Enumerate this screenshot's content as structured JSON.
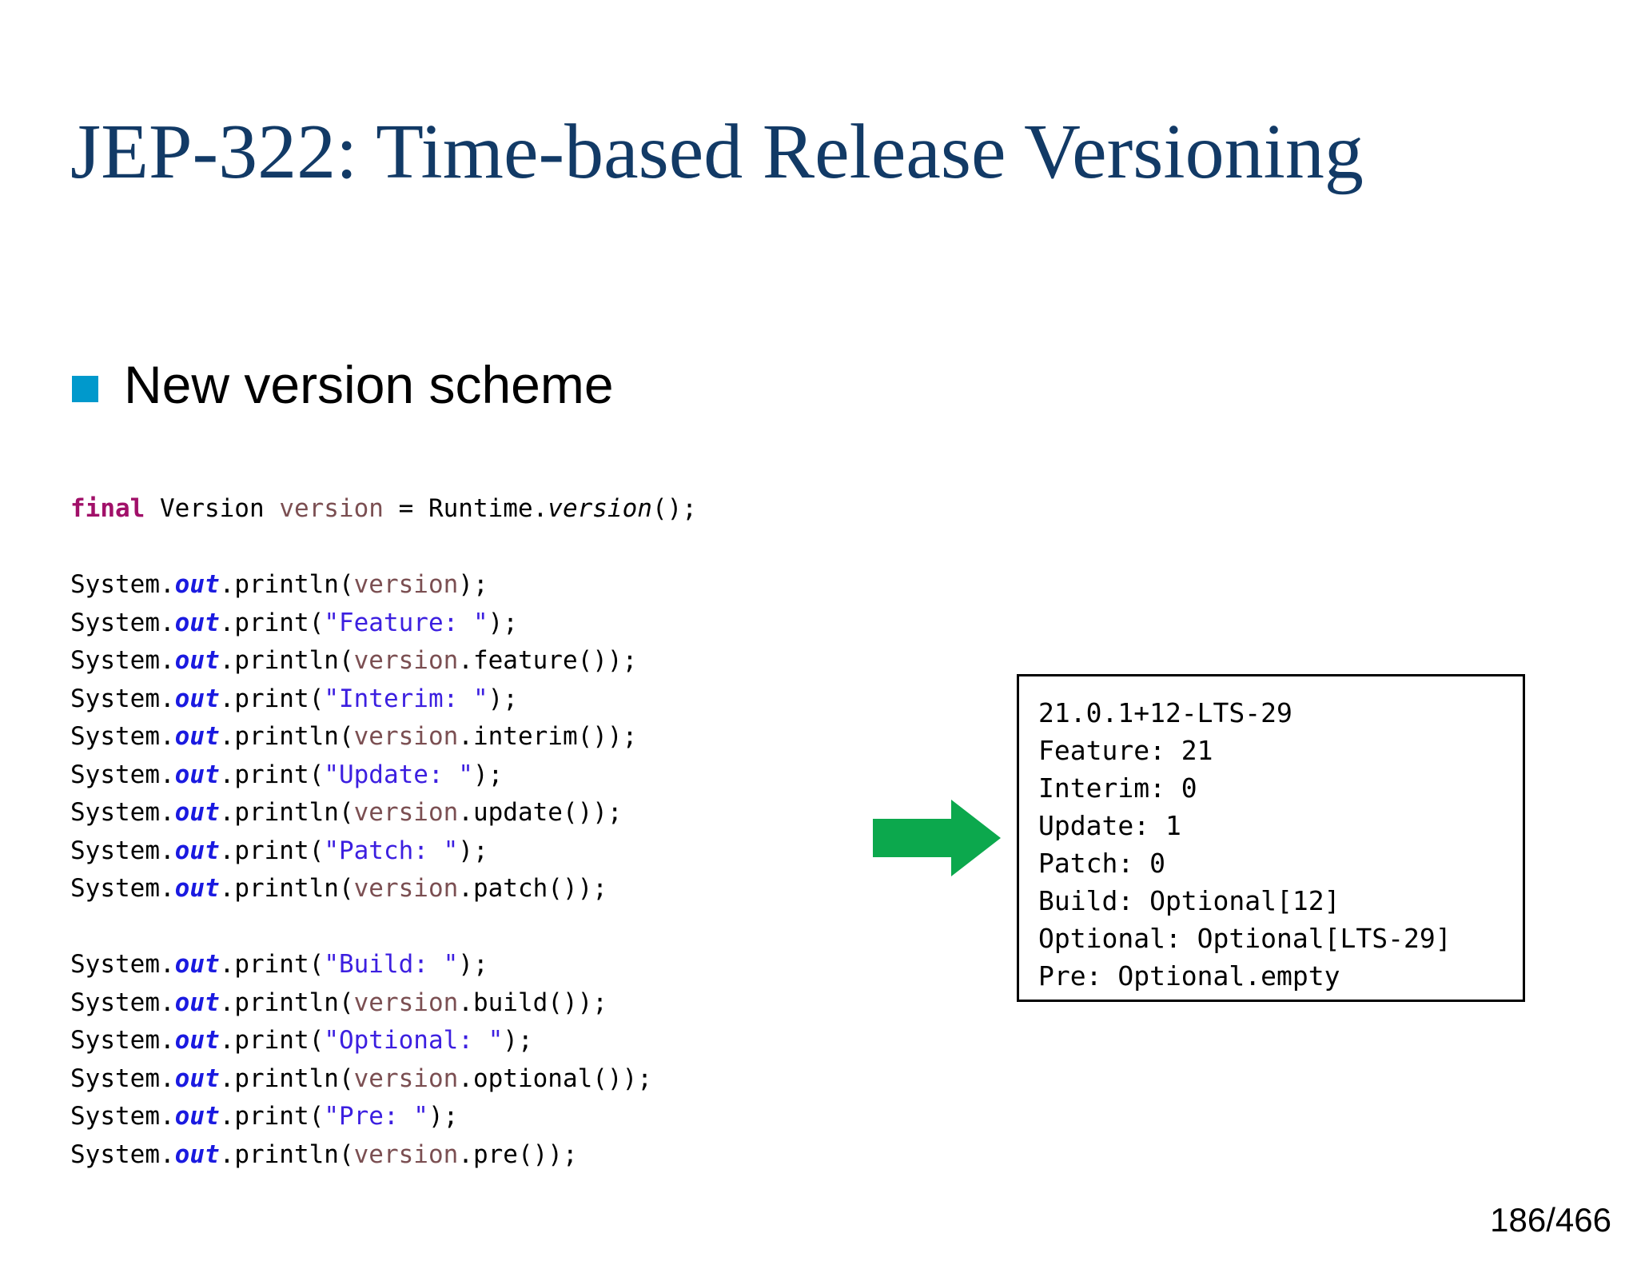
{
  "slide": {
    "title": "JEP-322: Time-based Release Versioning",
    "title_color": "#123A66",
    "background": "#ffffff",
    "page_number": "186/466"
  },
  "bullet": {
    "marker_color": "#0099CC",
    "text": "New version scheme"
  },
  "code": {
    "language": "java",
    "colors": {
      "keyword": "#A11069",
      "variable": "#7B4F52",
      "field": "#1A1AE0",
      "string": "#3C1FE0",
      "plain": "#000000"
    },
    "lines": [
      {
        "tokens": [
          {
            "t": "final",
            "c": "kw"
          },
          {
            "t": " Version ",
            "c": "plain"
          },
          {
            "t": "version",
            "c": "var"
          },
          {
            "t": " = Runtime.",
            "c": "plain"
          },
          {
            "t": "version",
            "c": "meth"
          },
          {
            "t": "();",
            "c": "plain"
          }
        ]
      },
      {
        "tokens": []
      },
      {
        "tokens": [
          {
            "t": "System.",
            "c": "plain"
          },
          {
            "t": "out",
            "c": "field"
          },
          {
            "t": ".println(",
            "c": "plain"
          },
          {
            "t": "version",
            "c": "var"
          },
          {
            "t": ");",
            "c": "plain"
          }
        ]
      },
      {
        "tokens": [
          {
            "t": "System.",
            "c": "plain"
          },
          {
            "t": "out",
            "c": "field"
          },
          {
            "t": ".print(",
            "c": "plain"
          },
          {
            "t": "\"Feature: \"",
            "c": "str"
          },
          {
            "t": ");",
            "c": "plain"
          }
        ]
      },
      {
        "tokens": [
          {
            "t": "System.",
            "c": "plain"
          },
          {
            "t": "out",
            "c": "field"
          },
          {
            "t": ".println(",
            "c": "plain"
          },
          {
            "t": "version",
            "c": "var"
          },
          {
            "t": ".feature());",
            "c": "plain"
          }
        ]
      },
      {
        "tokens": [
          {
            "t": "System.",
            "c": "plain"
          },
          {
            "t": "out",
            "c": "field"
          },
          {
            "t": ".print(",
            "c": "plain"
          },
          {
            "t": "\"Interim: \"",
            "c": "str"
          },
          {
            "t": ");",
            "c": "plain"
          }
        ]
      },
      {
        "tokens": [
          {
            "t": "System.",
            "c": "plain"
          },
          {
            "t": "out",
            "c": "field"
          },
          {
            "t": ".println(",
            "c": "plain"
          },
          {
            "t": "version",
            "c": "var"
          },
          {
            "t": ".interim());",
            "c": "plain"
          }
        ]
      },
      {
        "tokens": [
          {
            "t": "System.",
            "c": "plain"
          },
          {
            "t": "out",
            "c": "field"
          },
          {
            "t": ".print(",
            "c": "plain"
          },
          {
            "t": "\"Update: \"",
            "c": "str"
          },
          {
            "t": ");",
            "c": "plain"
          }
        ]
      },
      {
        "tokens": [
          {
            "t": "System.",
            "c": "plain"
          },
          {
            "t": "out",
            "c": "field"
          },
          {
            "t": ".println(",
            "c": "plain"
          },
          {
            "t": "version",
            "c": "var"
          },
          {
            "t": ".update());",
            "c": "plain"
          }
        ]
      },
      {
        "tokens": [
          {
            "t": "System.",
            "c": "plain"
          },
          {
            "t": "out",
            "c": "field"
          },
          {
            "t": ".print(",
            "c": "plain"
          },
          {
            "t": "\"Patch: \"",
            "c": "str"
          },
          {
            "t": ");",
            "c": "plain"
          }
        ]
      },
      {
        "tokens": [
          {
            "t": "System.",
            "c": "plain"
          },
          {
            "t": "out",
            "c": "field"
          },
          {
            "t": ".println(",
            "c": "plain"
          },
          {
            "t": "version",
            "c": "var"
          },
          {
            "t": ".patch());",
            "c": "plain"
          }
        ]
      },
      {
        "tokens": []
      },
      {
        "tokens": [
          {
            "t": "System.",
            "c": "plain"
          },
          {
            "t": "out",
            "c": "field"
          },
          {
            "t": ".print(",
            "c": "plain"
          },
          {
            "t": "\"Build: \"",
            "c": "str"
          },
          {
            "t": ");",
            "c": "plain"
          }
        ]
      },
      {
        "tokens": [
          {
            "t": "System.",
            "c": "plain"
          },
          {
            "t": "out",
            "c": "field"
          },
          {
            "t": ".println(",
            "c": "plain"
          },
          {
            "t": "version",
            "c": "var"
          },
          {
            "t": ".build());",
            "c": "plain"
          }
        ]
      },
      {
        "tokens": [
          {
            "t": "System.",
            "c": "plain"
          },
          {
            "t": "out",
            "c": "field"
          },
          {
            "t": ".print(",
            "c": "plain"
          },
          {
            "t": "\"Optional: \"",
            "c": "str"
          },
          {
            "t": ");",
            "c": "plain"
          }
        ]
      },
      {
        "tokens": [
          {
            "t": "System.",
            "c": "plain"
          },
          {
            "t": "out",
            "c": "field"
          },
          {
            "t": ".println(",
            "c": "plain"
          },
          {
            "t": "version",
            "c": "var"
          },
          {
            "t": ".optional());",
            "c": "plain"
          }
        ]
      },
      {
        "tokens": [
          {
            "t": "System.",
            "c": "plain"
          },
          {
            "t": "out",
            "c": "field"
          },
          {
            "t": ".print(",
            "c": "plain"
          },
          {
            "t": "\"Pre: \"",
            "c": "str"
          },
          {
            "t": ");",
            "c": "plain"
          }
        ]
      },
      {
        "tokens": [
          {
            "t": "System.",
            "c": "plain"
          },
          {
            "t": "out",
            "c": "field"
          },
          {
            "t": ".println(",
            "c": "plain"
          },
          {
            "t": "version",
            "c": "var"
          },
          {
            "t": ".pre());",
            "c": "plain"
          }
        ]
      }
    ]
  },
  "arrow": {
    "direction": "right",
    "color": "#0CA84D"
  },
  "output": {
    "border_color": "#000000",
    "lines": [
      "21.0.1+12-LTS-29",
      "Feature: 21",
      "Interim: 0",
      "Update: 1",
      "Patch: 0",
      "Build: Optional[12]",
      "Optional: Optional[LTS-29]",
      "Pre: Optional.empty"
    ]
  }
}
